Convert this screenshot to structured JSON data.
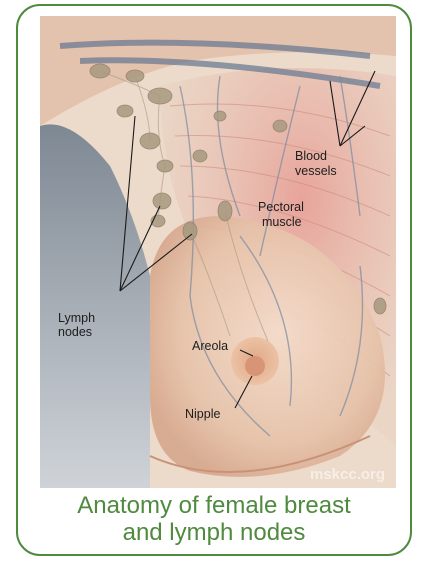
{
  "diagram": {
    "labels": {
      "blood_vessels": [
        "Blood",
        "vessels"
      ],
      "pectoral_muscle": [
        "Pectoral",
        "muscle"
      ],
      "lymph_nodes": [
        "Lymph",
        "nodes"
      ],
      "areola": "Areola",
      "nipple": "Nipple"
    },
    "watermark": "mskcc.org"
  },
  "caption": {
    "line1": "Anatomy of female breast",
    "line2": "and lymph nodes"
  },
  "colors": {
    "frame": "#4f8a3e",
    "caption": "#4f8a3e",
    "skin": "#e9cbb4",
    "muscle": "#d98e84",
    "lymph_node": "#a99a82",
    "background": "#6f7a86"
  }
}
